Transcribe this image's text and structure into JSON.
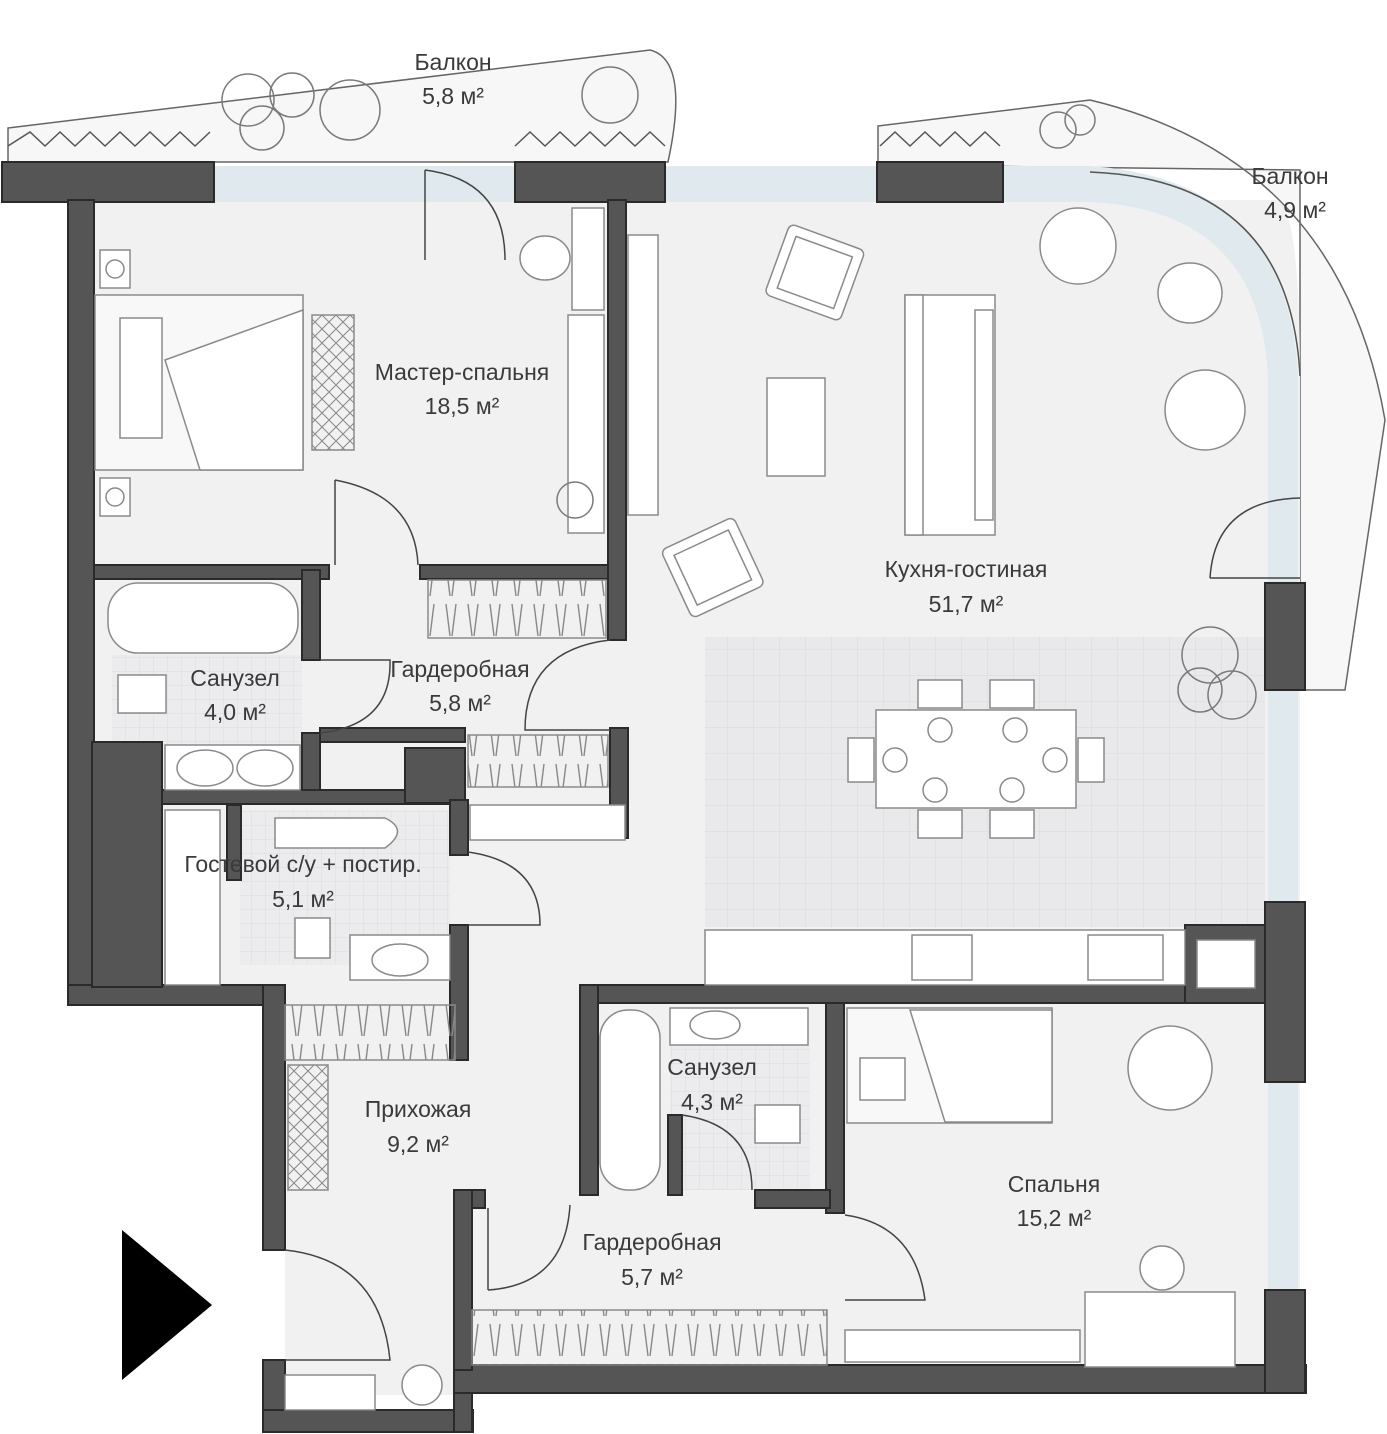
{
  "colors": {
    "wall": "#555555",
    "wall_stroke": "#2a2a2a",
    "floor": "#f1f1f2",
    "floor_tile": "#e6e6e8",
    "balcony": "#f7f7f7",
    "glass": "#dfe9ee",
    "furniture": "#8a8a8a",
    "text": "#3a3a3a",
    "arrow": "#000000"
  },
  "rooms": [
    {
      "id": "balcony-top",
      "name": "Балкон",
      "area": "5,8 м²"
    },
    {
      "id": "balcony-right",
      "name": "Балкон",
      "area": "4,9 м²"
    },
    {
      "id": "master-bedroom",
      "name": "Мастер-спальня",
      "area": "18,5 м²"
    },
    {
      "id": "kitchen-living",
      "name": "Кухня-гостиная",
      "area": "51,7 м²"
    },
    {
      "id": "bathroom-1",
      "name": "Санузел",
      "area": "4,0 м²"
    },
    {
      "id": "wardrobe-1",
      "name": "Гардеробная",
      "area": "5,8 м²"
    },
    {
      "id": "guest-wc",
      "name": "Гостевой с/у + постир.",
      "area": "5,1 м²"
    },
    {
      "id": "hallway",
      "name": "Прихожая",
      "area": "9,2 м²"
    },
    {
      "id": "bathroom-2",
      "name": "Санузел",
      "area": "4,3 м²"
    },
    {
      "id": "bedroom",
      "name": "Спальня",
      "area": "15,2 м²"
    },
    {
      "id": "wardrobe-2",
      "name": "Гардеробная",
      "area": "5,7 м²"
    }
  ],
  "icons": {
    "entrance": "entrance-arrow-icon",
    "plant": "plant-icon",
    "armchair": "armchair-icon",
    "sofa": "sofa-icon",
    "bed": "bed-icon",
    "toilet": "toilet-icon",
    "bathtub": "bathtub-icon",
    "sink": "sink-icon",
    "stove": "stove-icon",
    "dining-table": "dining-table-icon",
    "door": "door-swing-icon"
  }
}
